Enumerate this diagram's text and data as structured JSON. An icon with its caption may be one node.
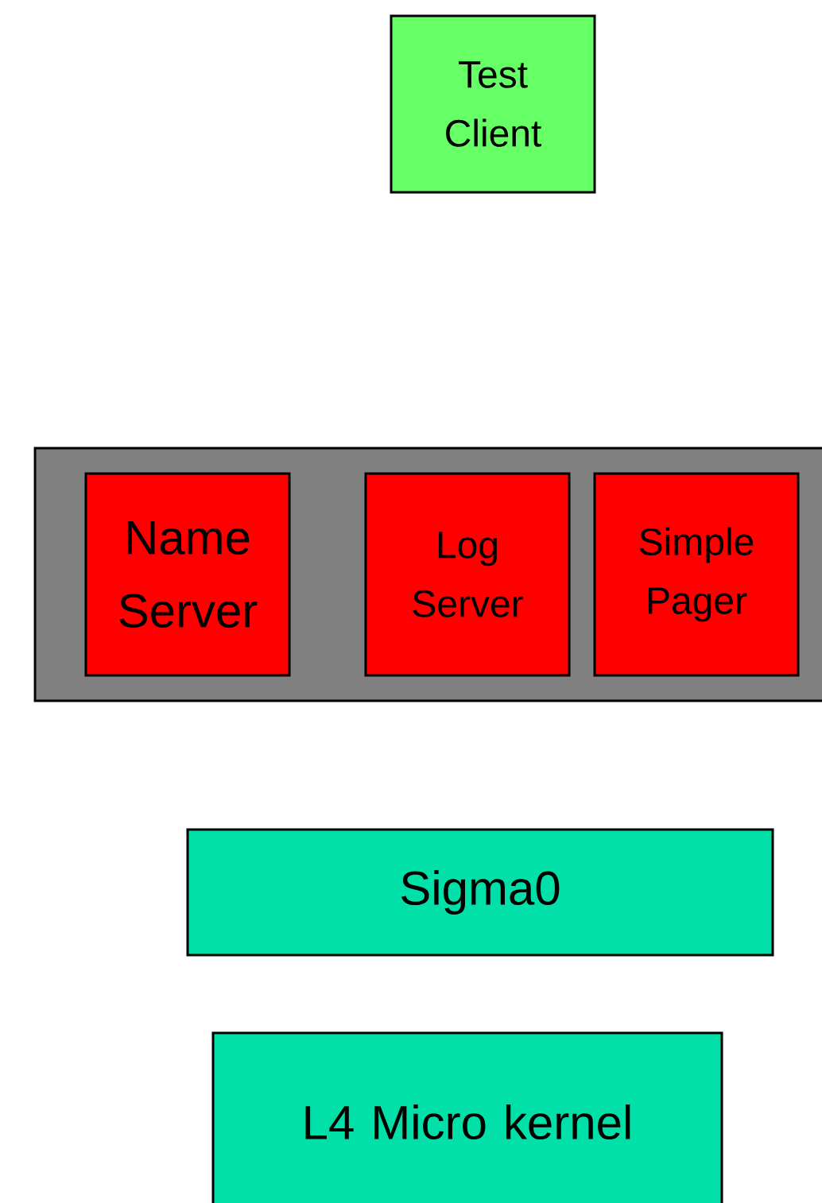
{
  "diagram": {
    "nodes": [
      {
        "text": [
          "Test Client"
        ]
      },
      {
        "text": [],
        "shape": "box"
      },
      {
        "text": [
          "Name Server"
        ],
        "in": 1
      },
      {
        "text": [
          "Log Server"
        ],
        "in": 1
      },
      {
        "text": [
          "Simple Pager"
        ],
        "in": 1
      },
      {
        "text": [
          "Sigma0"
        ]
      },
      {
        "text": [
          "L4 Micro kernel"
        ]
      }
    ]
  }
}
